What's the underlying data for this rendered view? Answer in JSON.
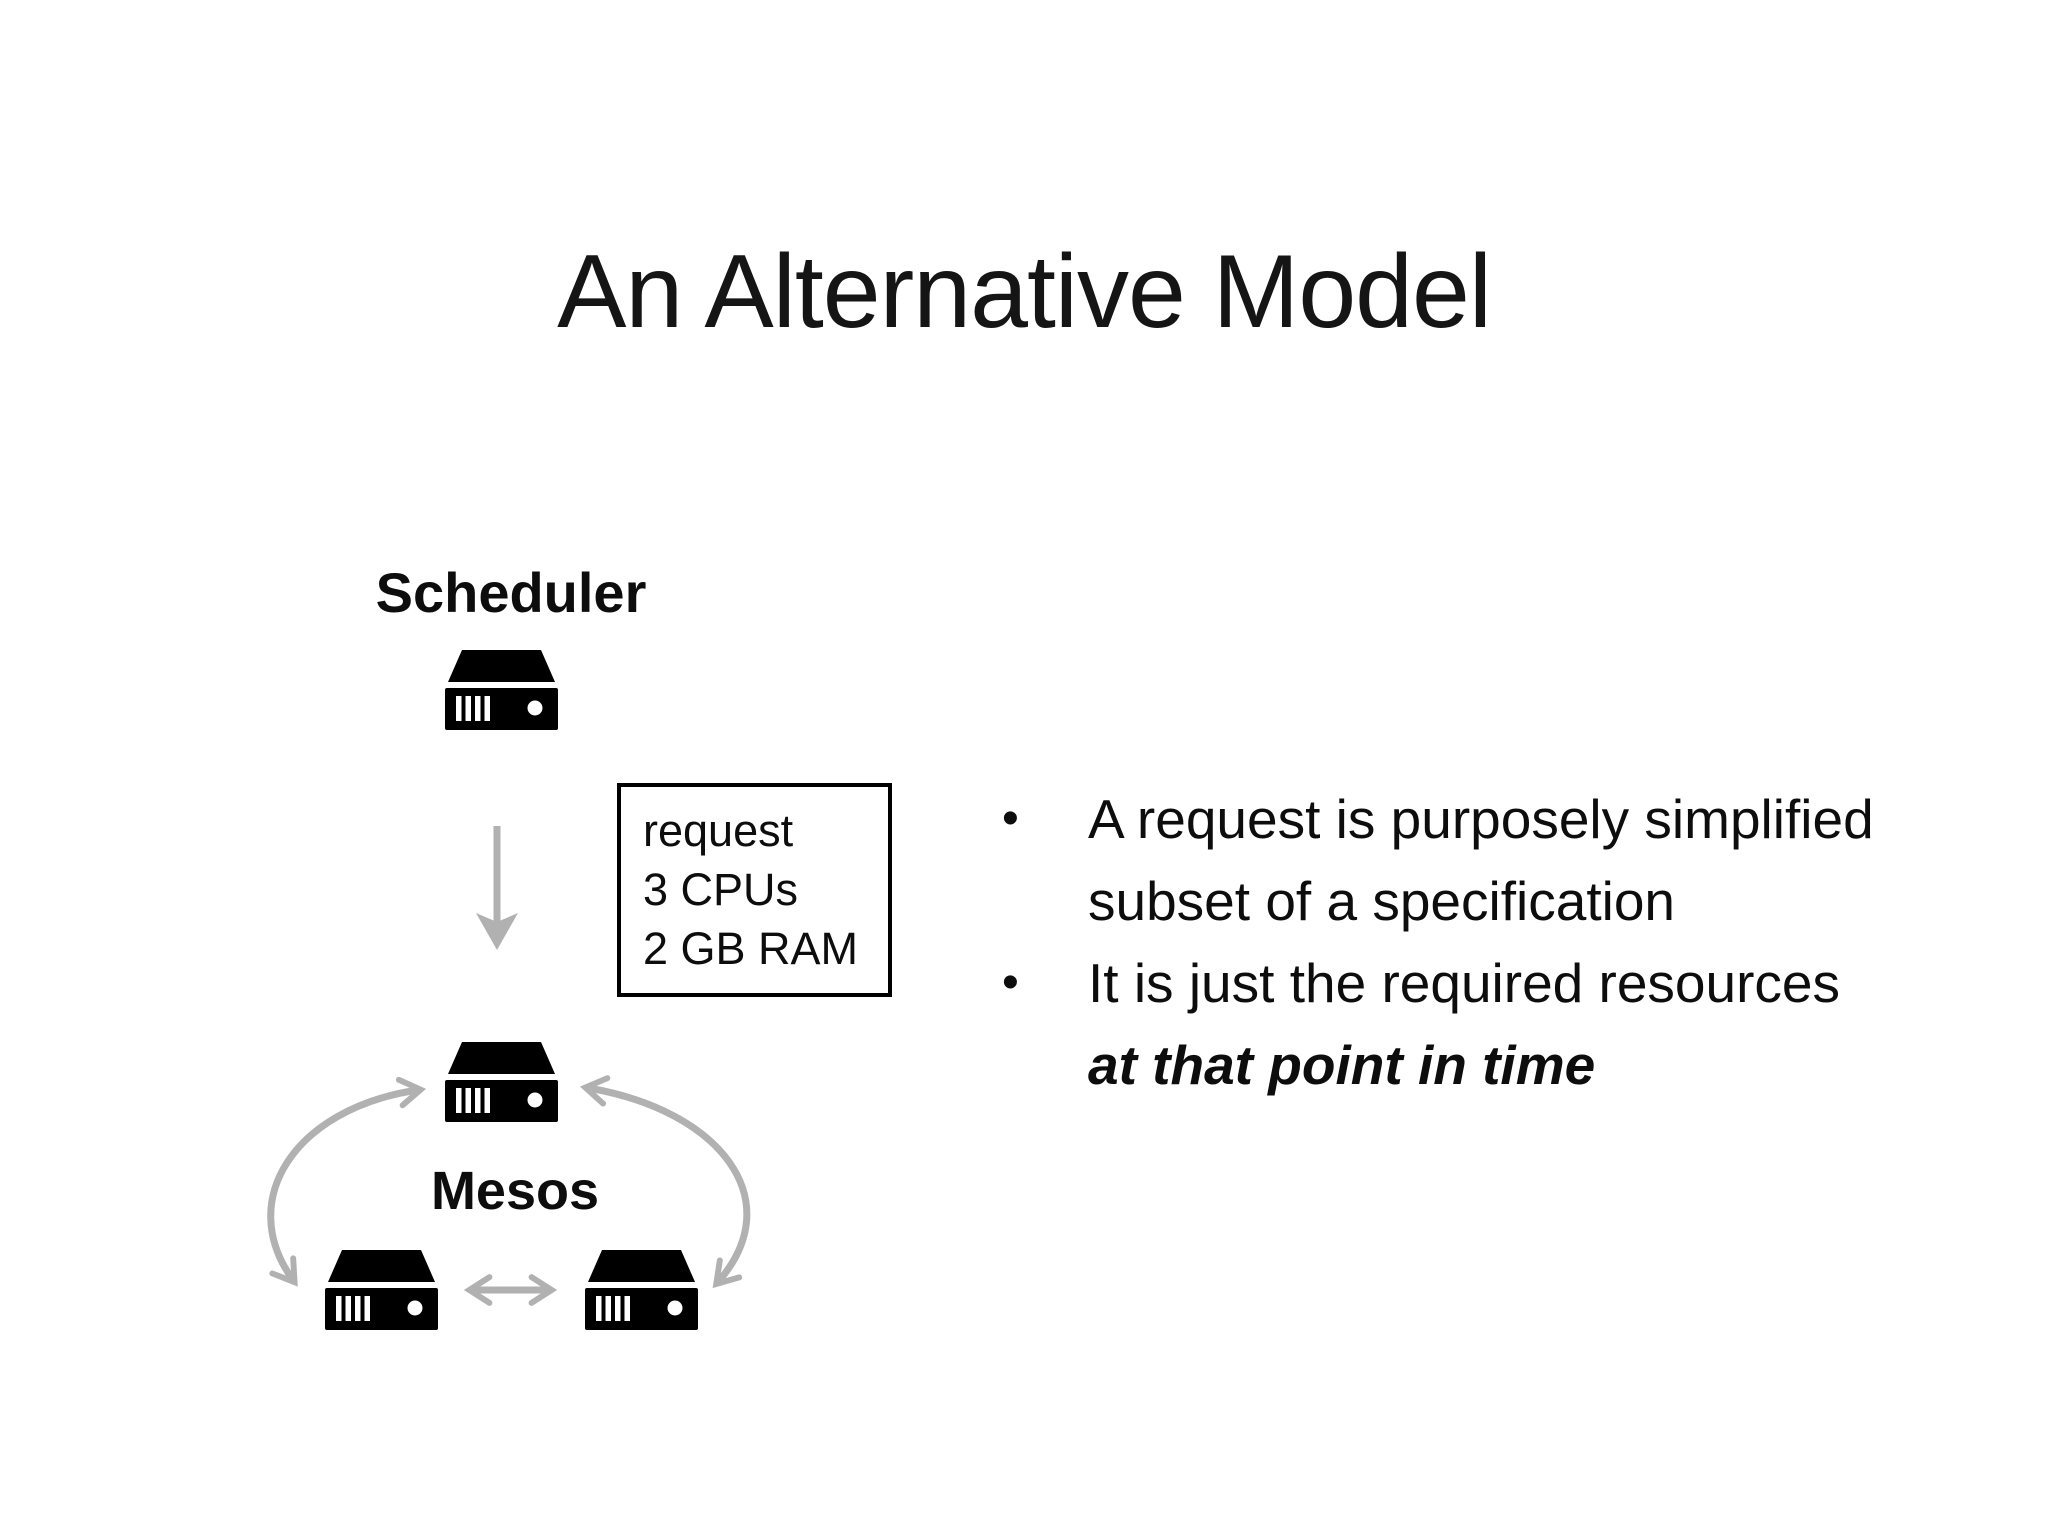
{
  "slide": {
    "title": "An Alternative Model",
    "bullet_glyph": "•",
    "bullets": [
      {
        "line1": "A request is purposely simplified",
        "line2": "subset of a specification"
      },
      {
        "line1": "It is just the required resources",
        "line2": "at that point in time"
      }
    ],
    "diagram": {
      "scheduler_label": "Scheduler",
      "mesos_label": "Mesos",
      "request_box": {
        "line1": "request",
        "line2": "3 CPUs",
        "line3": "2 GB RAM"
      },
      "icons": [
        "server-icon",
        "server-icon",
        "server-icon",
        "server-icon"
      ],
      "arrows": [
        "down-arrow",
        "left-curved-double-arrow",
        "right-curved-double-arrow",
        "horizontal-double-arrow"
      ]
    },
    "colors": {
      "background": "#ffffff",
      "text": "#111111",
      "icon": "#000000",
      "arrow": "#b1b1b1",
      "box_border": "#000000"
    }
  }
}
